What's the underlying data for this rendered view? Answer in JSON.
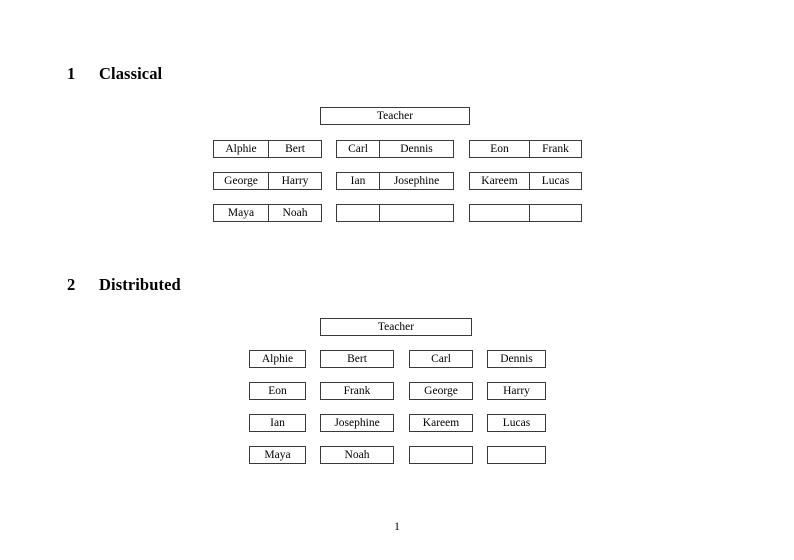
{
  "document": {
    "page_number": "1"
  },
  "sections": [
    {
      "number": "1",
      "title": "Classical",
      "teacher_label": "Teacher",
      "groups": [
        {
          "rows": [
            {
              "first": "Alphie",
              "second": "Bert"
            },
            {
              "first": "George",
              "second": "Harry"
            },
            {
              "first": "Maya",
              "second": "Noah"
            }
          ]
        },
        {
          "rows": [
            {
              "first": "Carl",
              "second": "Dennis"
            },
            {
              "first": "Ian",
              "second": "Josephine"
            },
            {
              "first": "",
              "second": ""
            }
          ]
        },
        {
          "rows": [
            {
              "first": "Eon",
              "second": "Frank"
            },
            {
              "first": "Kareem",
              "second": "Lucas"
            },
            {
              "first": "",
              "second": ""
            }
          ]
        }
      ]
    },
    {
      "number": "2",
      "title": "Distributed",
      "teacher_label": "Teacher",
      "rows": [
        [
          "Alphie",
          "Bert",
          "Carl",
          "Dennis"
        ],
        [
          "Eon",
          "Frank",
          "George",
          "Harry"
        ],
        [
          "Ian",
          "Josephine",
          "Kareem",
          "Lucas"
        ],
        [
          "Maya",
          "Noah",
          "",
          ""
        ]
      ]
    }
  ]
}
